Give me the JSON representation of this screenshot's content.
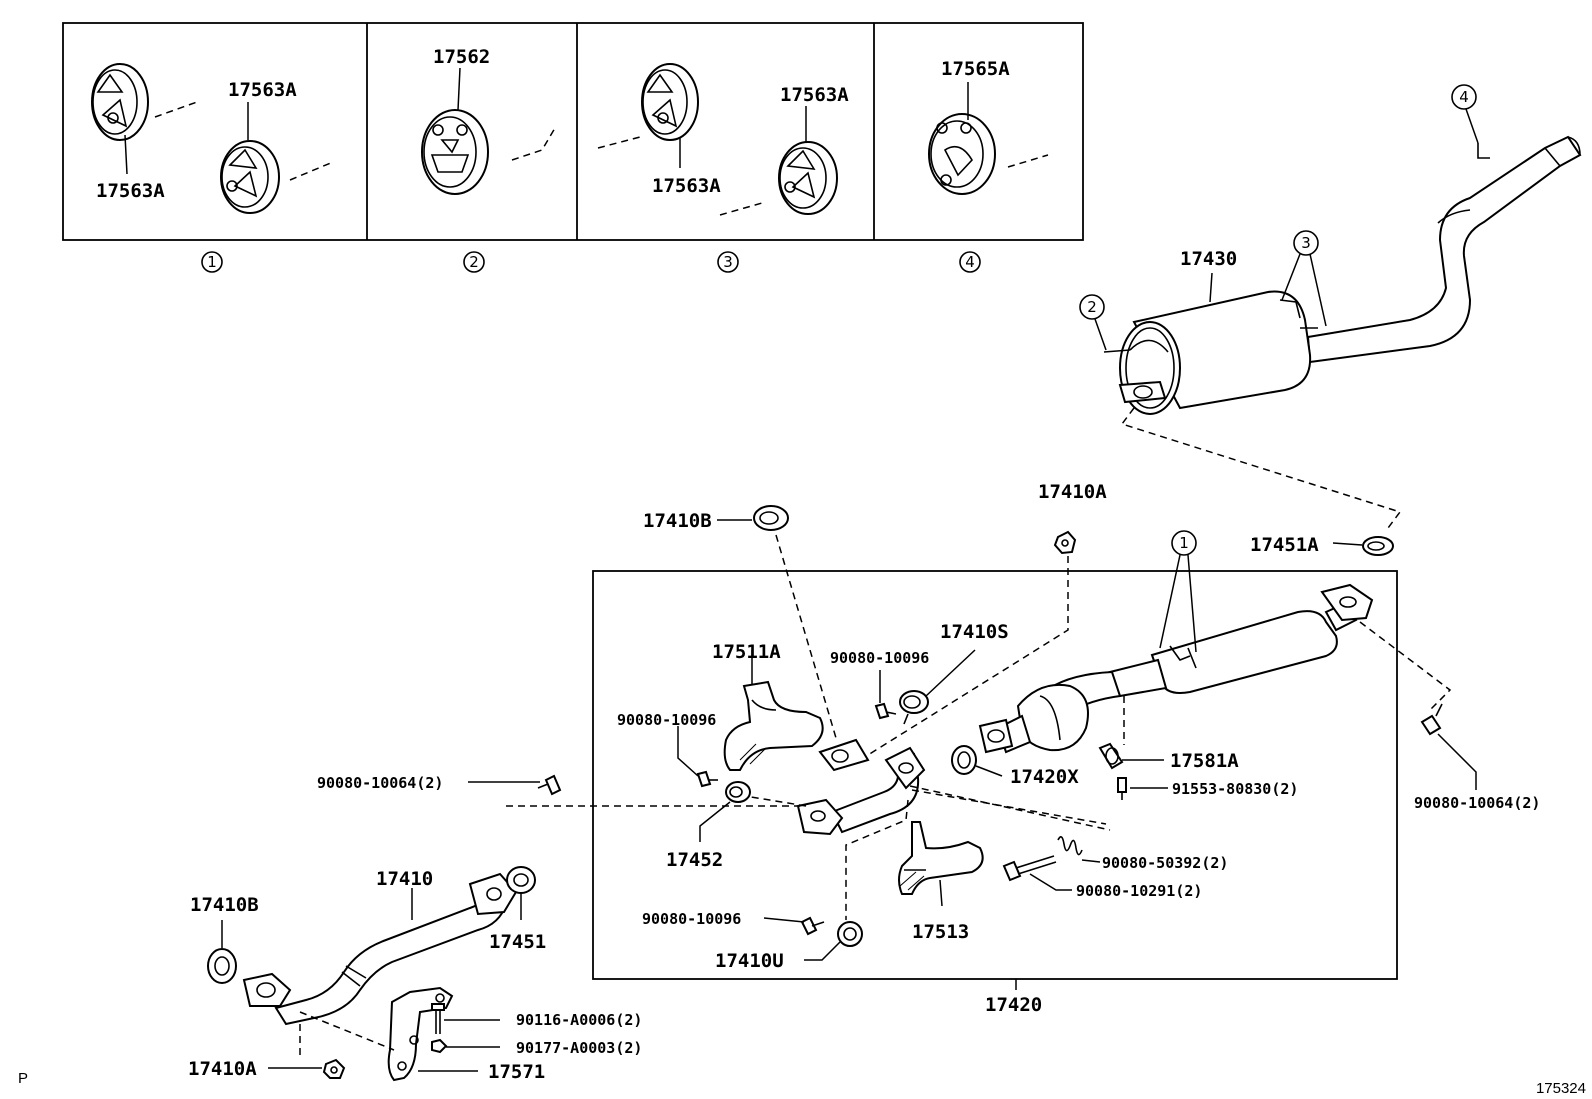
{
  "insets": [
    {
      "id": "1",
      "labels": [
        "17563A",
        "17563A"
      ]
    },
    {
      "id": "2",
      "labels": [
        "17562"
      ]
    },
    {
      "id": "3",
      "labels": [
        "17563A",
        "17563A"
      ]
    },
    {
      "id": "4",
      "labels": [
        "17565A"
      ]
    }
  ],
  "callouts": {
    "c1": "1",
    "c2": "2",
    "c3": "3",
    "c4": "4"
  },
  "labels": {
    "p17430": "17430",
    "p17410B_top": "17410B",
    "p17410A_top": "17410A",
    "p17451A": "17451A",
    "p17511A": "17511A",
    "p17410S": "17410S",
    "p90080_10096_a": "90080-10096",
    "p90080_10096_b": "90080-10096",
    "p90080_10096_c": "90080-10096",
    "p90080_10064_left": "90080-10064(2)",
    "p90080_10064_right": "90080-10064(2)",
    "p17420X": "17420X",
    "p17581A": "17581A",
    "p91553_80830": "91553-80830(2)",
    "p17452": "17452",
    "p90080_50392": "90080-50392(2)",
    "p90080_10291": "90080-10291(2)",
    "p17513": "17513",
    "p17410U": "17410U",
    "p17420": "17420",
    "p17410": "17410",
    "p17410B_bot": "17410B",
    "p17451": "17451",
    "p90116": "90116-A0006(2)",
    "p90177": "90177-A0003(2)",
    "p17410A_bot": "17410A",
    "p17571": "17571"
  },
  "footer": {
    "left": "P",
    "right": "175324"
  }
}
